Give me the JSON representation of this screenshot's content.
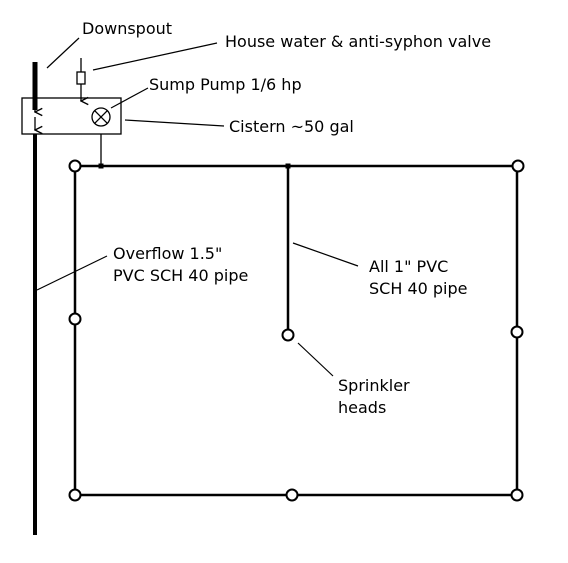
{
  "labels": {
    "downspout": "Downspout",
    "house_water": "House water & anti-syphon valve",
    "sump_pump": "Sump Pump  1/6 hp",
    "cistern": "Cistern  ~50 gal",
    "overflow_line1": "Overflow  1.5\"",
    "overflow_line2": "PVC SCH 40 pipe",
    "pipe_line1": "All 1\" PVC",
    "pipe_line2": "SCH 40 pipe",
    "sprinkler_line1": "Sprinkler",
    "sprinkler_line2": "heads"
  },
  "colors": {
    "line": "#000000",
    "background": "#ffffff"
  }
}
